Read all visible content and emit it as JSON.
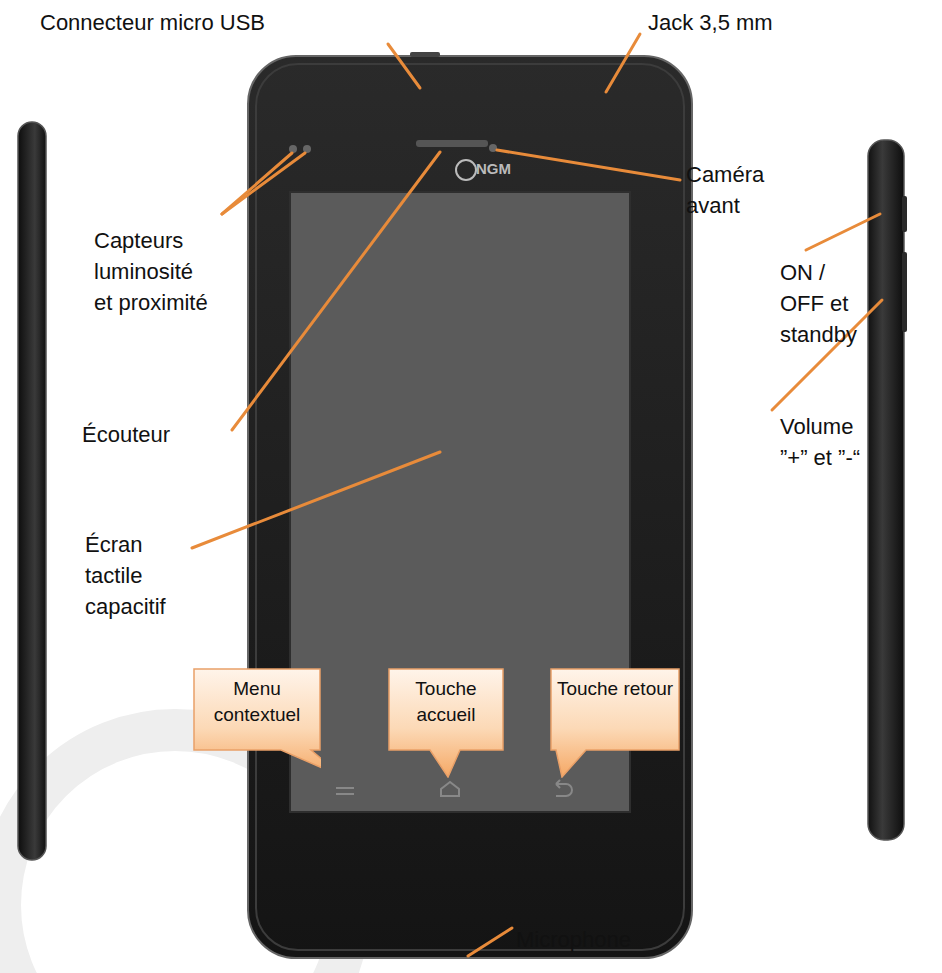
{
  "diagram": {
    "nodes": [
      {
        "text": [
          "Menu contextuel"
        ]
      },
      {
        "text": [
          "Touche accueil"
        ]
      },
      {
        "text": [
          "Touche retour"
        ]
      }
    ],
    "labels": [
      "Connecteur micro USB",
      "Jack 3,5 mm",
      "NGM",
      "Caméra avant",
      "Capteurs luminosité et proximité",
      "ON / OFF et standby",
      "Écouteur",
      "Volume ”+” et ”-“",
      "Écran tactile capacitif",
      "Microphone"
    ]
  }
}
